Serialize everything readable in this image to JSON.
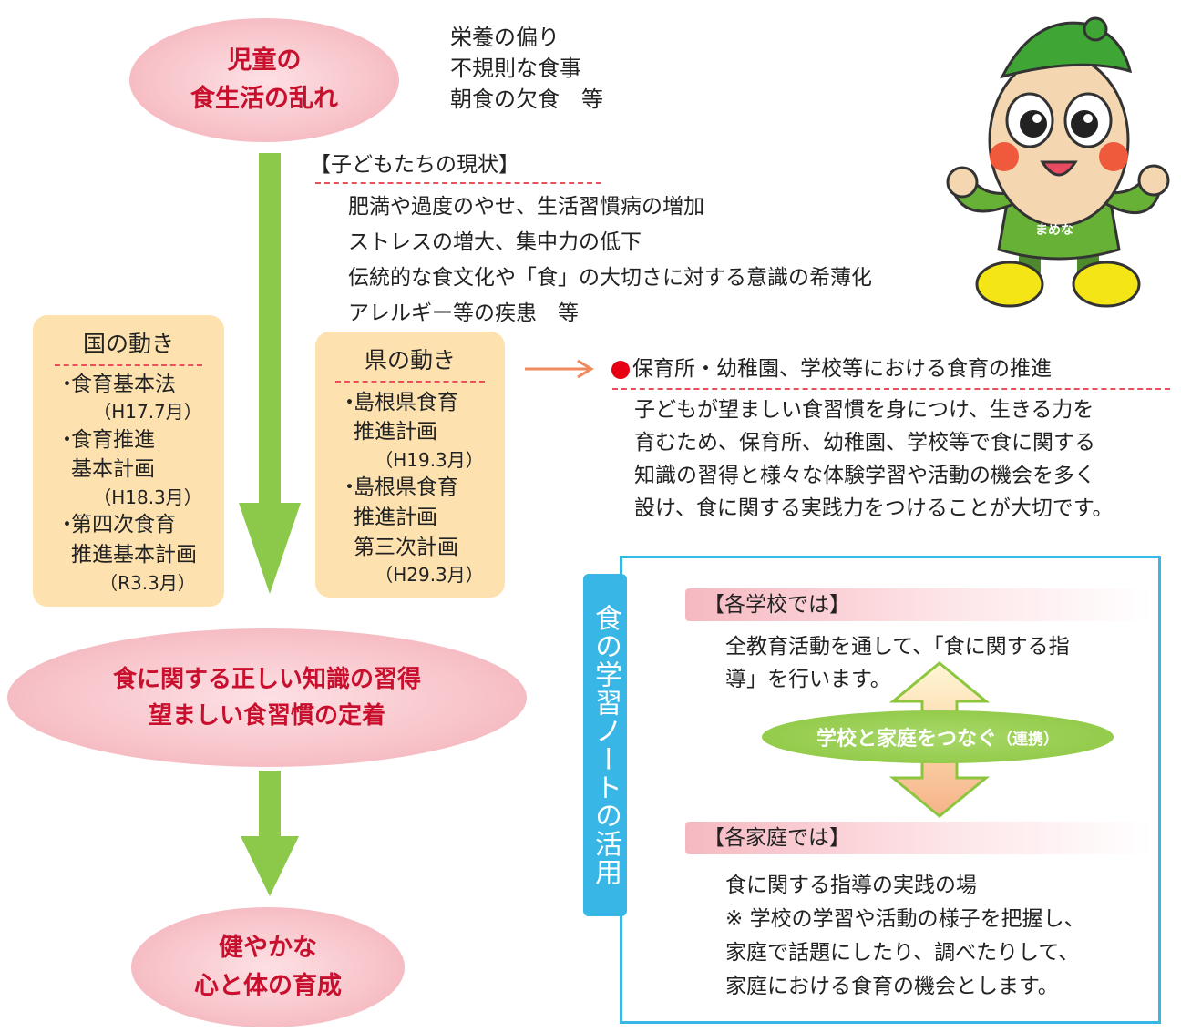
{
  "top_ellipse": {
    "line1": "児童の",
    "line2": "食生活の乱れ"
  },
  "top_issues": [
    "栄養の偏り",
    "不規則な食事",
    "朝食の欠食　等"
  ],
  "current_status": {
    "title": "【子どもたちの現状】",
    "items": [
      "肥満や過度のやせ、生活習慣病の増加",
      "ストレスの増大、集中力の低下",
      "伝統的な食文化や「食」の大切さに対する意識の希薄化",
      "アレルギー等の疾患　等"
    ]
  },
  "mascot": {
    "label": "まめな"
  },
  "national": {
    "title": "国の動き",
    "items": [
      {
        "dot": "・",
        "lines": [
          "食育基本法"
        ],
        "date": "（H17.7月）"
      },
      {
        "dot": "・",
        "lines": [
          "食育推進",
          "基本計画"
        ],
        "date": "（H18.3月）"
      },
      {
        "dot": "・",
        "lines": [
          "第四次食育",
          "推進基本計画"
        ],
        "date": "（R3.3月）"
      }
    ]
  },
  "prefecture": {
    "title": "県の動き",
    "items": [
      {
        "dot": "・",
        "lines": [
          "島根県食育",
          "推進計画"
        ],
        "date": "（H19.3月）"
      },
      {
        "dot": "・",
        "lines": [
          "島根県食育",
          "推進計画",
          "第三次計画"
        ],
        "date": "（H29.3月）"
      }
    ]
  },
  "promotion": {
    "title": "保育所・幼稚園、学校等における食育の推進",
    "lines": [
      "子どもが望ましい食習慣を身につけ、生きる力を",
      "育むため、保育所、幼稚園、学校等で食に関する",
      "知識の習得と様々な体験学習や活動の機会を多く",
      "設け、食に関する実践力をつけることが大切です。"
    ]
  },
  "middle_ellipse": {
    "line1": "食に関する正しい知識の習得",
    "line2": "望ましい食習慣の定着"
  },
  "bottom_ellipse": {
    "line1": "健やかな",
    "line2": "心と体の育成"
  },
  "notebook": {
    "vertical_title": "食の学習ノートの活用",
    "school": {
      "title": "【各学校では】",
      "lines": [
        "全教育活動を通して、「食に関する指",
        "導」を行います。"
      ]
    },
    "link_label": "学校と家庭をつなぐ",
    "link_suffix": "（連携）",
    "home": {
      "title": "【各家庭では】",
      "lines": [
        "食に関する指導の実践の場",
        "※ 学校の学習や活動の様子を把握し、",
        "家庭で話題にしたり、調べたりして、",
        "家庭における食育の機会とします。"
      ]
    }
  },
  "colors": {
    "accent_red": "#c8102e",
    "arrow_green": "#8cc94a",
    "frame_blue": "#38b6e5",
    "box_yellow": "#fde2b0",
    "dash_red": "#e8505b",
    "link_green": "#8cc63f"
  }
}
